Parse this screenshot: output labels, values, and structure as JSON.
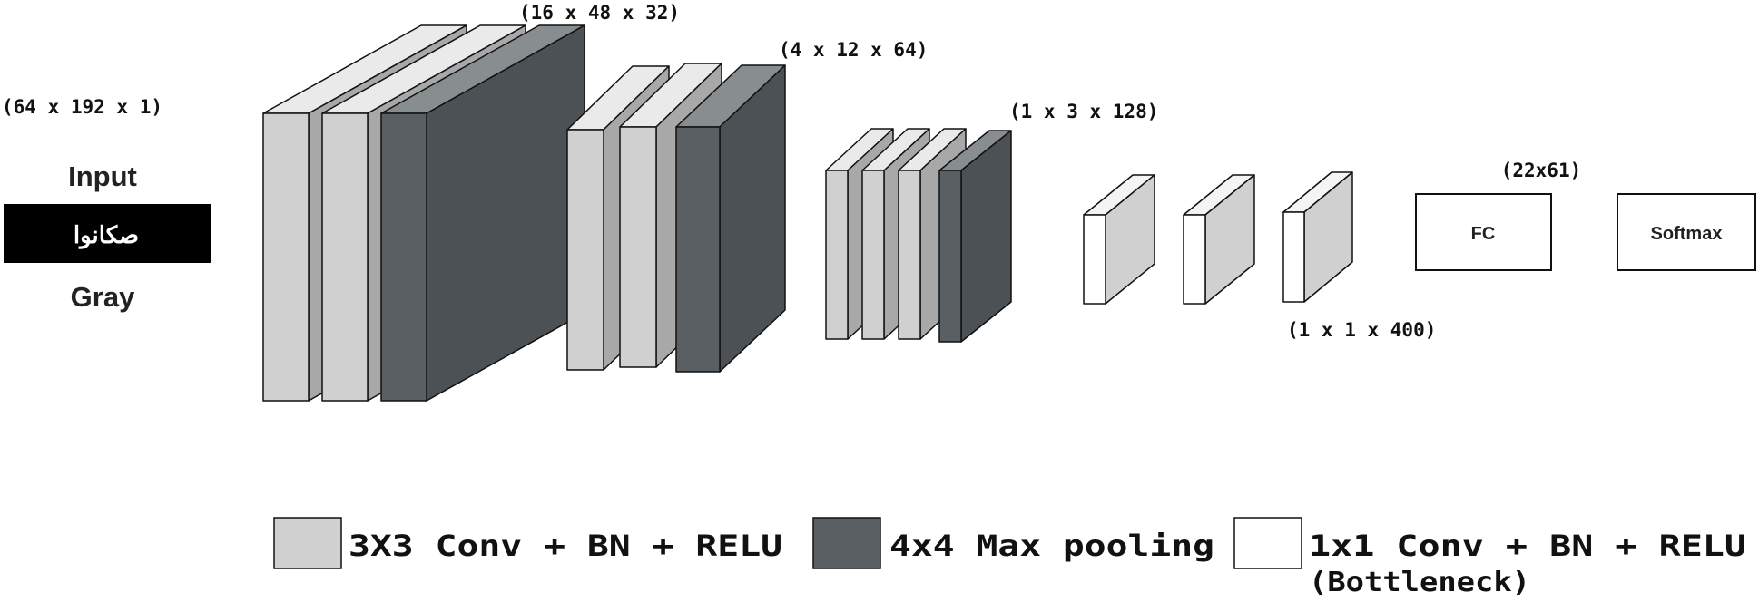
{
  "colors": {
    "conv3x3": "#d0d0d0",
    "maxpool": "#595f63",
    "bottleneck": "#ffffff",
    "outline": "#111111"
  },
  "input": {
    "shape": "(64 x 192 x 1)",
    "label_top": "Input",
    "word": "صكانوا",
    "label_bottom": "Gray"
  },
  "blocks": {
    "b1": {
      "shape": "(16 x 48 x 32)"
    },
    "b2": {
      "shape": "(4 x 12 x 64)"
    },
    "b3": {
      "shape": "(1 x 3 x 128)"
    },
    "bottleneck": {
      "shape": "(1 x 1 x 400)"
    }
  },
  "fc": {
    "label": "FC",
    "shape": "(22x61)"
  },
  "softmax": {
    "label": "Softmax"
  },
  "legend": {
    "conv_label": "3X3 Conv + BN + RELU",
    "pool_label": "4x4 Max pooling",
    "bottleneck_label": "1x1 Conv + BN + RELU",
    "bottleneck_sub": "(Bottleneck)"
  }
}
